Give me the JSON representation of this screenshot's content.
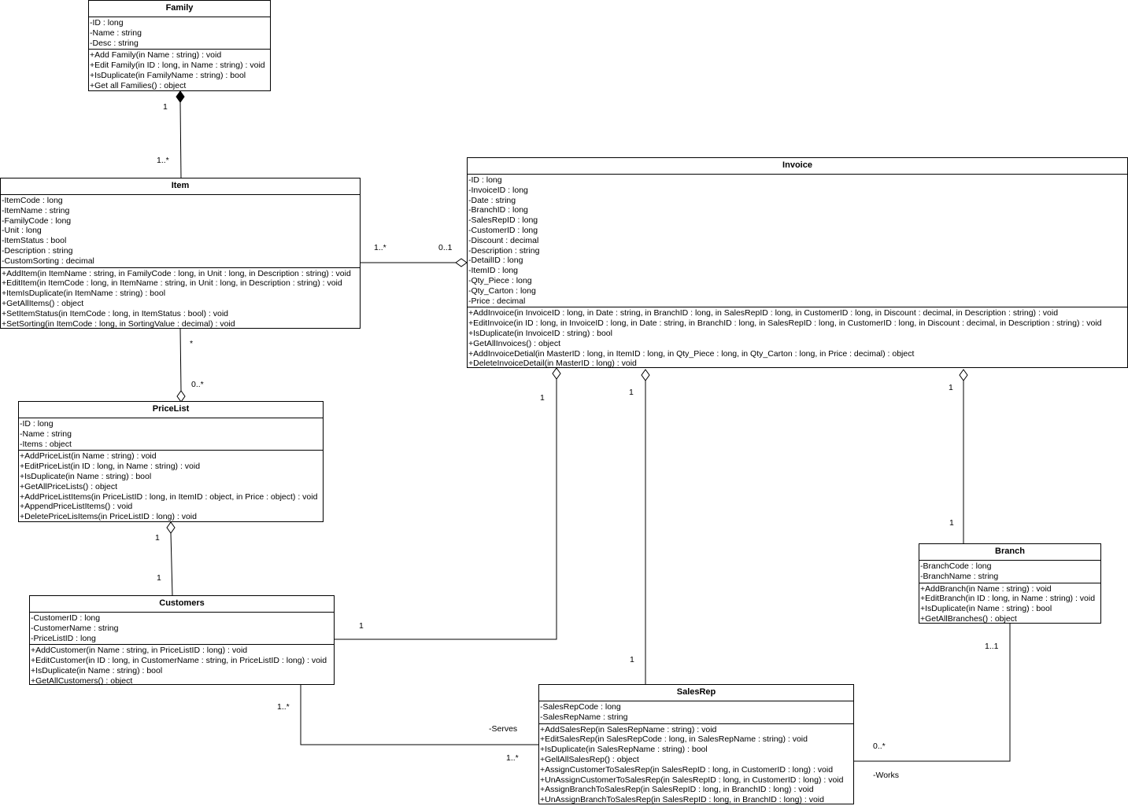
{
  "classes": {
    "family": {
      "name": "Family",
      "attributes": [
        "-ID : long",
        "-Name : string",
        "-Desc : string"
      ],
      "operations": [
        "+Add Family(in Name : string) : void",
        "+Edit Family(in ID : long, in Name : string) : void",
        "+IsDuplicate(in FamilyName : string) : bool",
        "+Get all Families() : object"
      ]
    },
    "item": {
      "name": "Item",
      "attributes": [
        "-ItemCode : long",
        "-ItemName : string",
        "-FamilyCode : long",
        "-Unit : long",
        "-ItemStatus : bool",
        "-Description : string",
        "-CustomSorting : decimal"
      ],
      "operations": [
        "+AddItem(in ItemName : string, in FamilyCode : long, in Unit : long, in Description : string) : void",
        "+EditItem(in ItemCode : long, in ItemName : string, in Unit : long, in Description : string) : void",
        "+ItemIsDuplicate(in ItemName : string) : bool",
        "+GetAllItems() : object",
        "+SetItemStatus(in ItemCode : long, in ItemStatus : bool) : void",
        "+SetSorting(in ItemCode : long, in SortingValue : decimal) : void"
      ]
    },
    "invoice": {
      "name": "Invoice",
      "attributes": [
        "-ID : long",
        "-InvoiceID : long",
        "-Date : string",
        "-BranchID : long",
        "-SalesRepID : long",
        "-CustomerID : long",
        "-Discount : decimal",
        "-Description : string",
        "-DetailID : long",
        "-ItemID : long",
        "-Qty_Piece : long",
        "-Qty_Carton : long",
        "-Price : decimal"
      ],
      "operations": [
        "+AddInvoice(in InvoiceID : long, in Date : string, in BranchID : long, in SalesRepID : long, in CustomerID : long, in Discount : decimal, in Description : string) : void",
        "+EditInvoice(in ID : long, in InvoiceID : long, in Date : string, in BranchID : long, in SalesRepID : long, in CustomerID : long, in Discount : decimal, in Description : string) : void",
        "+IsDuplicate(in InvoiceID : string) : bool",
        "+GetAllInvoices() : object",
        "+AddInvoiceDetial(in MasterID : long, in ItemID : long, in Qty_Piece : long, in Qty_Carton : long, in Price : decimal) : object",
        "+DeleteInvoiceDetail(in MasterID : long) : void"
      ]
    },
    "pricelist": {
      "name": "PriceList",
      "attributes": [
        "-ID : long",
        "-Name : string",
        "-Items : object"
      ],
      "operations": [
        "+AddPriceList(in Name : string) : void",
        "+EditPriceList(in ID : long, in Name : string) : void",
        "+IsDuplicate(in Name : string) : bool",
        "+GetAllPriceLists() : object",
        "+AddPriceListItems(in PriceListID : long, in ItemID : object, in Price : object) : void",
        "+AppendPriceListItems() : void",
        "+DeletePriceLisItems(in PriceListID : long) : void"
      ]
    },
    "customers": {
      "name": "Customers",
      "attributes": [
        "-CustomerID : long",
        "-CustomerName : string",
        "-PriceListID : long"
      ],
      "operations": [
        "+AddCustomer(in Name : string, in PriceListID : long) : void",
        "+EditCustomer(in ID : long, in CustomerName : string, in PriceListID : long) : void",
        "+IsDuplicate(in Name : string) : bool",
        "+GetAllCustomers() : object"
      ]
    },
    "branch": {
      "name": "Branch",
      "attributes": [
        "-BranchCode : long",
        "-BranchName : string"
      ],
      "operations": [
        "+AddBranch(in Name : string) : void",
        "+EditBranch(in ID : long, in Name : string) : void",
        "+IsDuplicate(in Name : string) : bool",
        "+GetAllBranches() : object"
      ]
    },
    "salesrep": {
      "name": "SalesRep",
      "attributes": [
        "-SalesRepCode : long",
        "-SalesRepName : string"
      ],
      "operations": [
        "+AddSalesRep(in SalesRepName : string) : void",
        "+EditSalesRep(in SalesRepCode : long, in SalesRepName : string) : void",
        "+IsDuplicate(in SalesRepName : string) : bool",
        "+GellAllSalesRep() : object",
        "+AssignCustomerToSalesRep(in SalesRepID : long, in CustomerID : long) : void",
        "+UnAssignCustomerToSalesRep(in SalesRepID : long, in CustomerID : long) : void",
        "+AssignBranchToSalesRep(in SalesRepID : long, in BranchID : long) : void",
        "+UnAssignBranchToSalesRep(in SalesRepID : long, in BranchID : long) : void"
      ]
    }
  },
  "labels": {
    "family_item_family_end": "1",
    "family_item_item_end": "1..*",
    "item_invoice_item_end": "1..*",
    "item_invoice_invoice_end": "0..1",
    "item_pricelist_item_end": "*",
    "item_pricelist_pricelist_end": "0..*",
    "pricelist_customers_pricelist_end": "1",
    "pricelist_customers_customers_end": "1",
    "invoice_customers_invoice_end": "1",
    "invoice_customers_customers_end": "1",
    "invoice_salesrep_invoice_end": "1",
    "invoice_salesrep_salesrep_end": "1",
    "invoice_branch_invoice_end": "1",
    "invoice_branch_branch_end": "1",
    "customers_salesrep_customers_end": "1..*",
    "customers_salesrep_salesrep_end": "1..*",
    "serves_role": "-Serves",
    "branch_salesrep_branch_end": "1..1",
    "branch_salesrep_salesrep_end": "0..*",
    "works_role": "-Works"
  }
}
